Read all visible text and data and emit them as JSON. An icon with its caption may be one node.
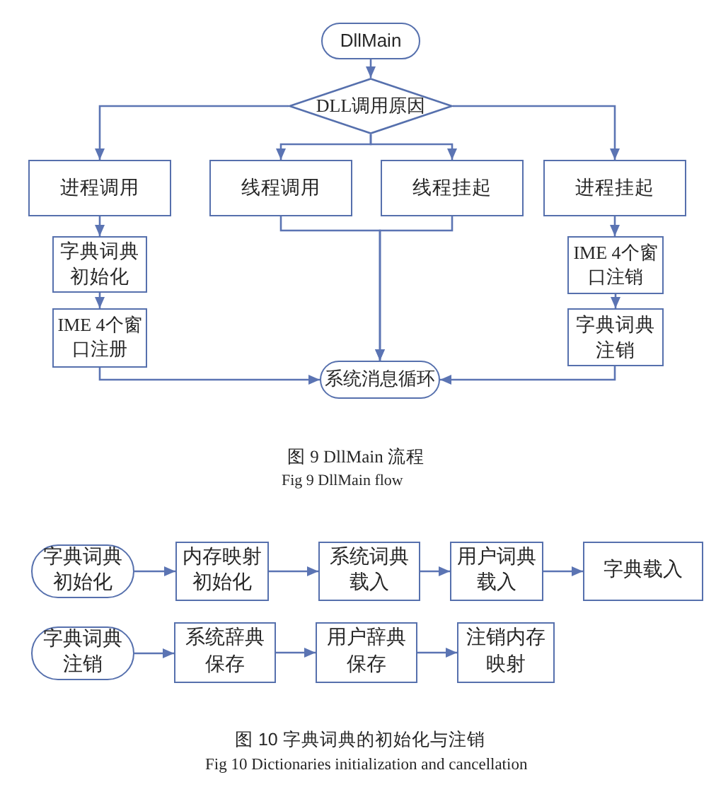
{
  "diagram": {
    "nodes": [
      {
        "text": [
          "DllMain"
        ]
      },
      {
        "text": [
          "DLL调用原因"
        ]
      },
      {
        "text": [
          "进程调用"
        ]
      },
      {
        "text": [
          "线程调用"
        ]
      },
      {
        "text": [
          "线程挂起"
        ]
      },
      {
        "text": [
          "进程挂起"
        ]
      },
      {
        "text": [
          "字典词典初始化"
        ]
      },
      {
        "text": [
          "IME 4个窗口注册"
        ]
      },
      {
        "text": [
          "IME 4个窗口注销"
        ]
      },
      {
        "text": [
          "字典词典注销"
        ]
      },
      {
        "text": [
          "系统消息循环"
        ]
      },
      {
        "text": [
          "字典词典初始化"
        ]
      },
      {
        "text": [
          "内存映射初始化"
        ]
      },
      {
        "text": [
          "系统词典载入"
        ]
      },
      {
        "text": [
          "用户词典载入"
        ]
      },
      {
        "text": [
          "字典载入"
        ]
      },
      {
        "text": [
          "字典词典注销"
        ]
      },
      {
        "text": [
          "系统辞典保存"
        ]
      },
      {
        "text": [
          "用户辞典保存"
        ]
      },
      {
        "text": [
          "注销内存映射"
        ]
      }
    ],
    "edges": [
      {
        "from": 0,
        "to": 1,
        "arrow": "to"
      },
      {
        "from": 1,
        "to": 2,
        "arrow": "to"
      },
      {
        "from": 1,
        "to": 3,
        "arrow": "to"
      },
      {
        "from": 1,
        "to": 4,
        "arrow": "to"
      },
      {
        "from": 1,
        "to": 5,
        "arrow": "to"
      },
      {
        "from": 2,
        "to": 6,
        "arrow": "to"
      },
      {
        "from": 6,
        "to": 7,
        "arrow": "to"
      },
      {
        "from": 5,
        "to": 8,
        "arrow": "to"
      },
      {
        "from": 8,
        "to": 9,
        "arrow": "to"
      },
      {
        "from": 3,
        "to": 10,
        "arrow": "to"
      },
      {
        "from": 4,
        "to": 10,
        "arrow": "to"
      },
      {
        "from": 7,
        "to": 10,
        "arrow": "to"
      },
      {
        "from": 9,
        "to": 10,
        "arrow": "to"
      },
      {
        "from": 11,
        "to": 12,
        "arrow": "to"
      },
      {
        "from": 12,
        "to": 13,
        "arrow": "to"
      },
      {
        "from": 13,
        "to": 14,
        "arrow": "to"
      },
      {
        "from": 14,
        "to": 15,
        "arrow": "to"
      },
      {
        "from": 16,
        "to": 17,
        "arrow": "to"
      },
      {
        "from": 17,
        "to": 18,
        "arrow": "to"
      },
      {
        "from": 18,
        "to": 19,
        "arrow": "to"
      }
    ],
    "labels": [
      "图 9 DllMain 流程",
      "Fig 9 DllMain flow",
      "图 10 字典词典的初始化与注销",
      "Fig 10 Dictionaries initialization and cancellation"
    ]
  }
}
